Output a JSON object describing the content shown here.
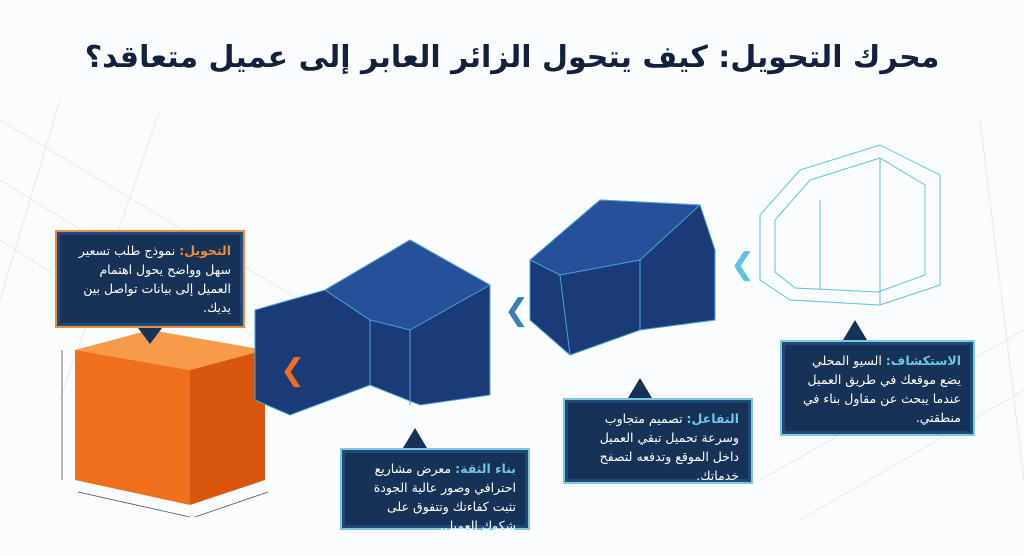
{
  "title": "محرك التحويل: كيف يتحول الزائر العابر إلى عميل متعاقد؟",
  "steps": [
    {
      "label": "الاستكشاف:",
      "text": " السيو المحلي يضع موقعك في طريق العميل عندما يبحث عن مقاول بناء في منطقتي."
    },
    {
      "label": "التفاعل:",
      "text": " تصميم متجاوب وسرعة تحميل تبقي العميل داخل الموقع وتدفعه لتصفح خدماتك."
    },
    {
      "label": "بناء الثقة:",
      "text": " معرض مشاريع احترافي وصور عالية الجودة تثبت كفاءتك وتتفوق على شكوك العميل."
    },
    {
      "label": "التحويل:",
      "text": " نموذج طلب تسعير سهل وواضح يحول اهتمام العميل إلى بيانات تواصل بين يديك."
    }
  ],
  "colors": {
    "navy": "#173257",
    "cyan": "#6cc6e8",
    "orange": "#f08a3a",
    "title": "#14213d"
  },
  "icons": [
    "chevron-left-icon",
    "chevron-left-icon",
    "chevron-left-icon"
  ]
}
